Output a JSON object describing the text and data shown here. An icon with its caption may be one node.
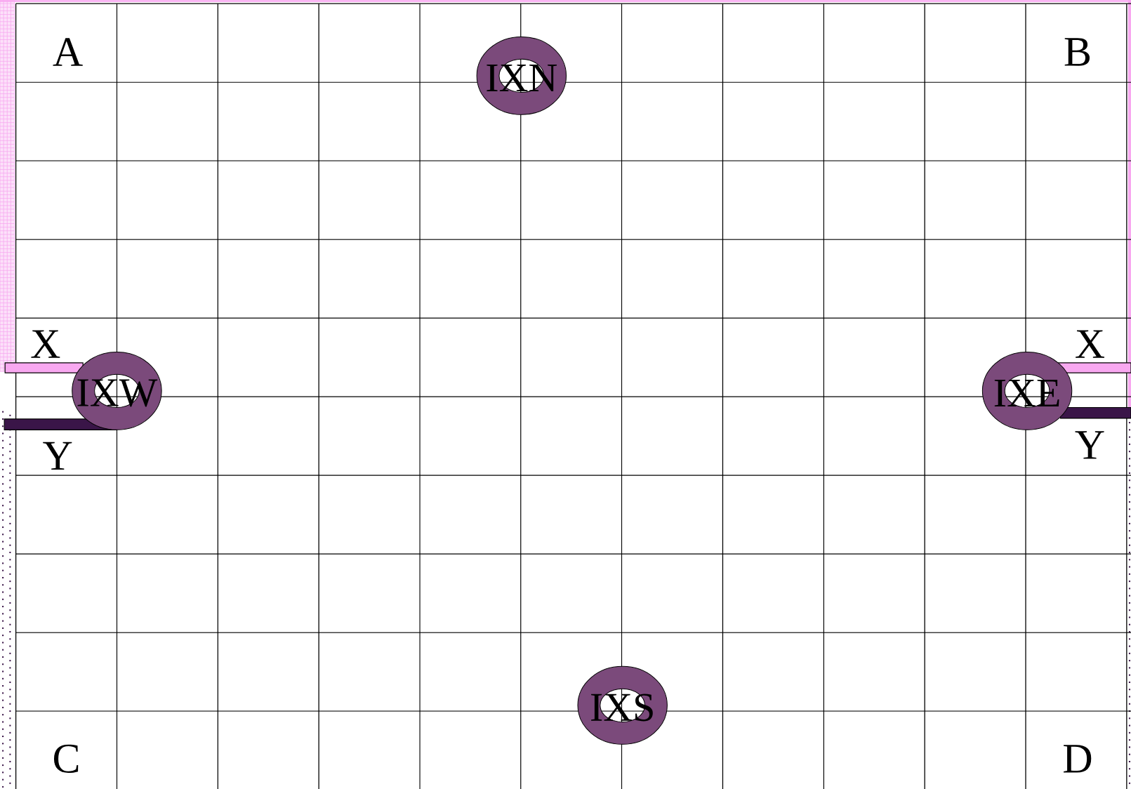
{
  "diagram": {
    "nodes": [
      {
        "text": [
          "IXN"
        ]
      },
      {
        "text": [
          "IXW"
        ]
      },
      {
        "text": [
          "IXE"
        ]
      },
      {
        "text": [
          "IXS"
        ]
      }
    ],
    "labels": [
      "A",
      "B",
      "X",
      "X",
      "Y",
      "Y",
      "C",
      "D"
    ]
  }
}
